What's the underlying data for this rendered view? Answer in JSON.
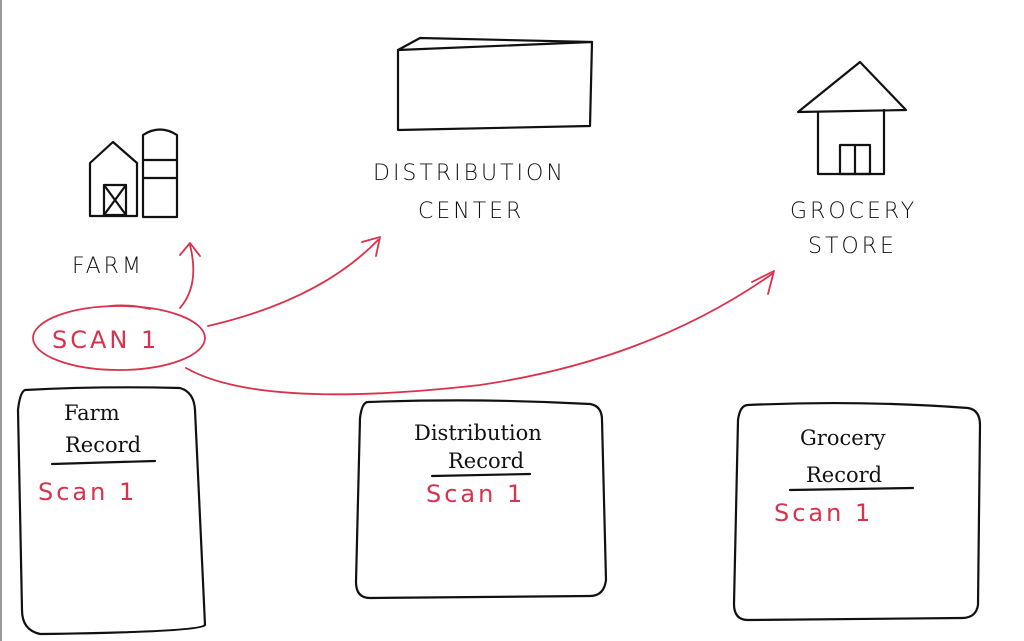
{
  "labels": {
    "farm": "FARM",
    "distribution_line1": "DISTRIBUTION",
    "distribution_line2": "CENTER",
    "grocery_line1": "GROCERY",
    "grocery_line2": "STORE"
  },
  "scan_bubble": "SCAN 1",
  "records": [
    {
      "title_line1": "Farm",
      "title_line2": "Record",
      "entry": "Scan 1"
    },
    {
      "title_line1": "Distribution",
      "title_line2": "Record",
      "entry": "Scan 1"
    },
    {
      "title_line1": "Grocery",
      "title_line2": "Record",
      "entry": "Scan 1"
    }
  ],
  "colors": {
    "ink": "#111111",
    "accent": "#d8324c"
  }
}
